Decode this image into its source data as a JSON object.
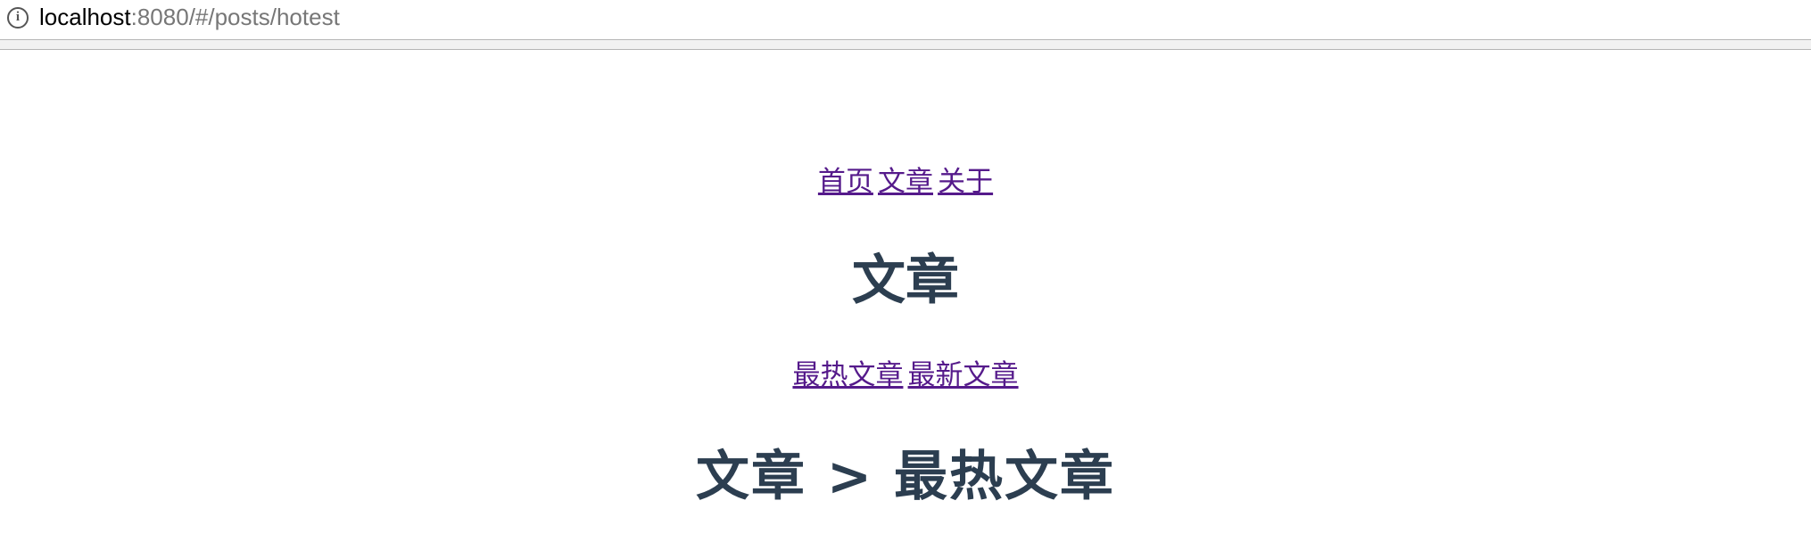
{
  "browser": {
    "url_host": "localhost",
    "url_rest": ":8080/#/posts/hotest",
    "info_icon": "i"
  },
  "nav": {
    "items": [
      "首页",
      "文章",
      "关于"
    ]
  },
  "page_title": "文章",
  "subnav": {
    "items": [
      "最热文章",
      "最新文章"
    ]
  },
  "section_title": "文章 > 最热文章",
  "colors": {
    "link": "#551a8b",
    "heading": "#2c3e50"
  }
}
